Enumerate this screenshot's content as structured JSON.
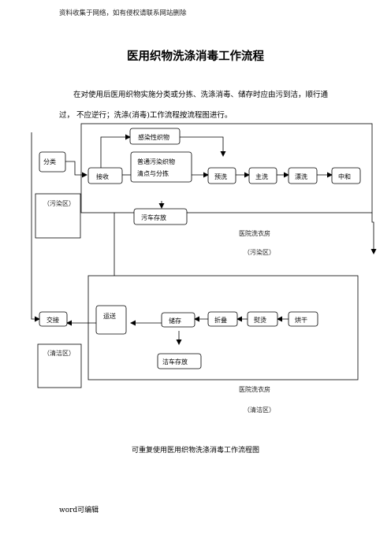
{
  "header": {
    "note": "资料收集于网络，如有侵权请联系网站删除"
  },
  "document": {
    "title": "医用织物洗涤消毒工作流程",
    "intro": "在对使用后医用织物实施分类或分拣、洗涤消毒、储存时应由污到洁，顺行通过， 不应逆行；洗涤(消毒)工作流程按流程图进行。",
    "caption": "可重复使用医用织物洗涤消毒工作流程图",
    "footer": "word可编辑"
  },
  "diagram": {
    "dirty_zone": {
      "steps": {
        "sort": "分类",
        "infectious": "感染性织物",
        "receive": "接收",
        "common_line1": "普通污染织物",
        "common_line2": "清点与分拣",
        "prewash": "预洗",
        "mainwash": "主洗",
        "rinse": "漂洗",
        "neutralize": "中和",
        "dirty_cart": "污车存放"
      },
      "zone_label": "（污染区）",
      "room_line1": "医院洗衣房",
      "room_line2": "（污染区）"
    },
    "clean_zone": {
      "steps": {
        "handover": "交接",
        "transport": "运送",
        "storage": "储存",
        "fold": "折叠",
        "iron": "熨烫",
        "dry": "烘干",
        "clean_cart": "洁车存放"
      },
      "zone_label": "（清洁区）",
      "room_line1": "医院洗衣房",
      "room_line2": "（清洁区）"
    }
  }
}
